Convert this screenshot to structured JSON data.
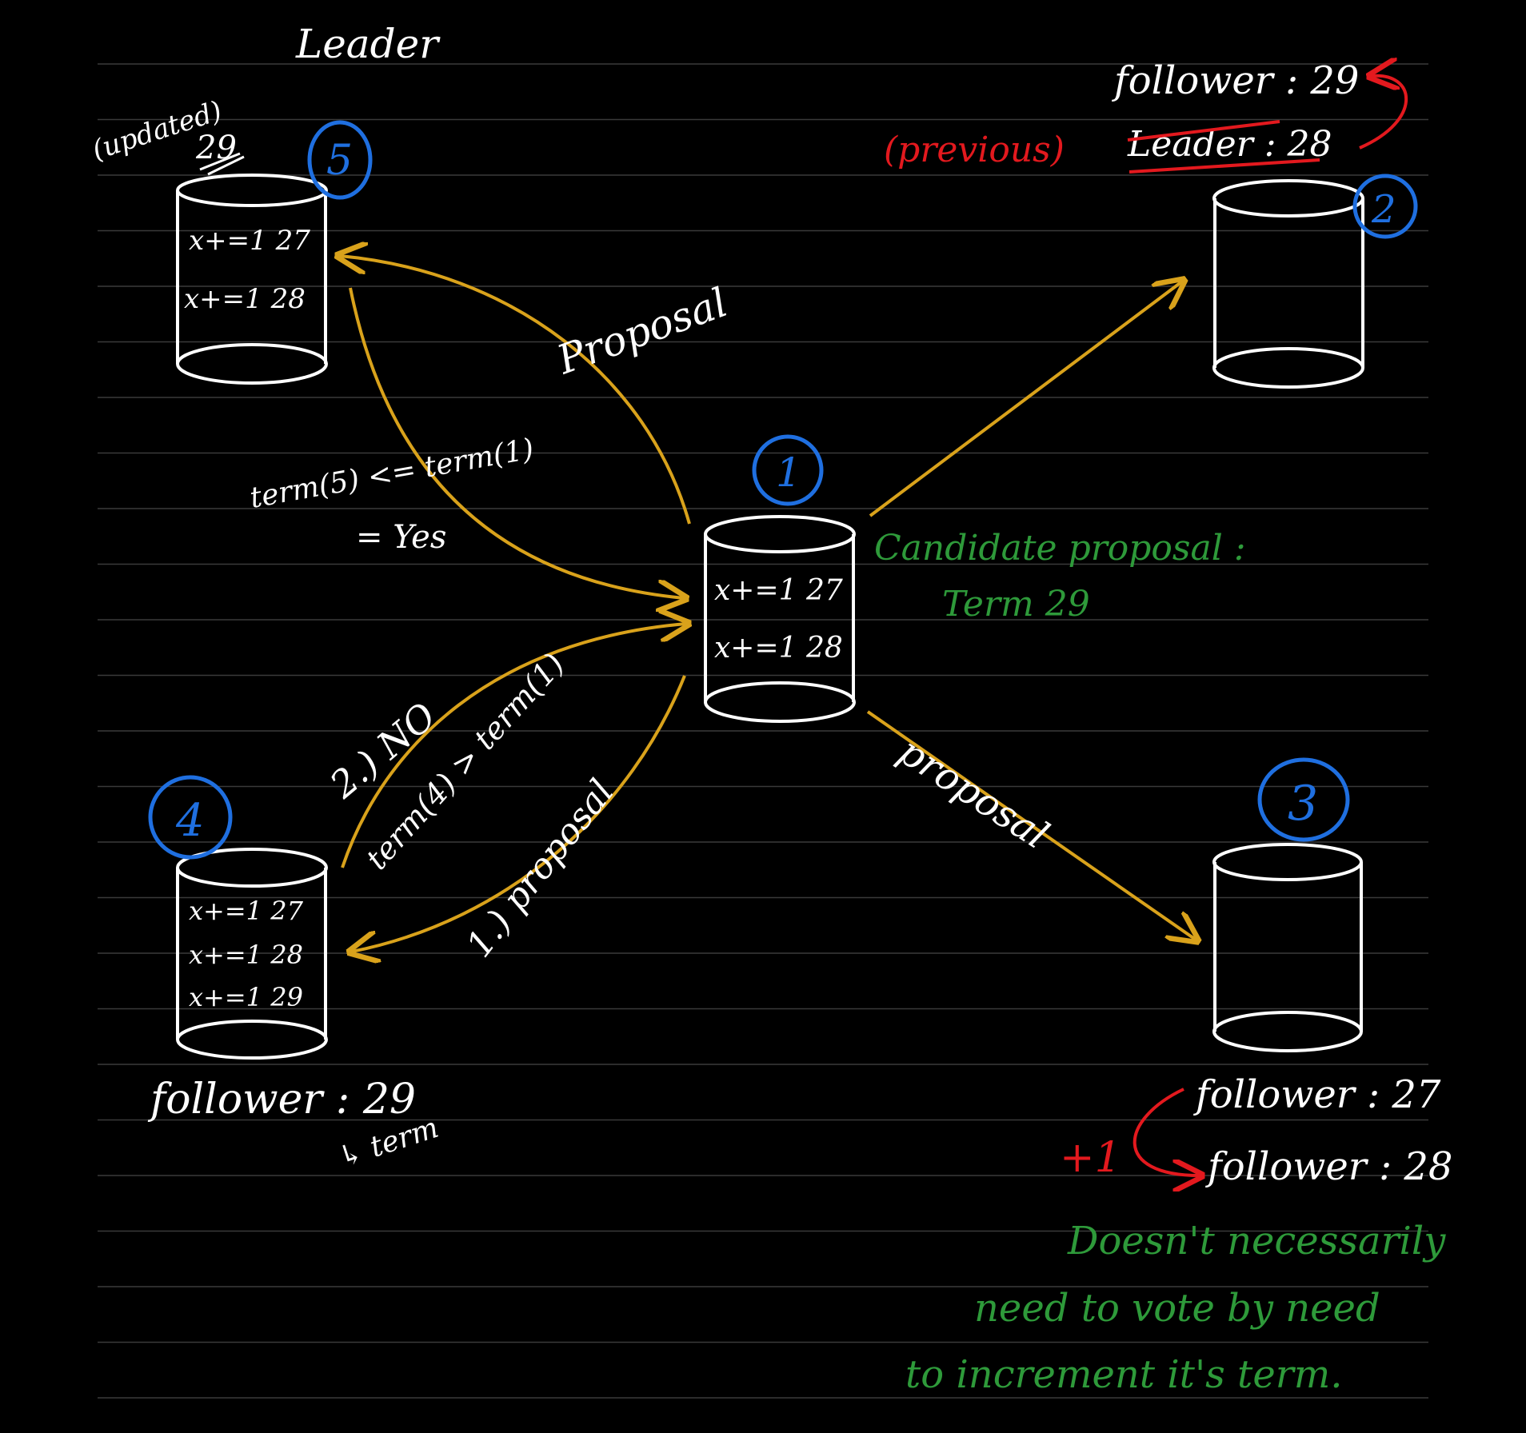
{
  "colors": {
    "background": "#000000",
    "ink_white": "#ffffff",
    "ink_blue": "#1f6fe0",
    "ink_red": "#e3191e",
    "ink_green": "#2e9a3a",
    "ink_gold": "#d9a21b",
    "rule_lines": "#3a3a3a"
  },
  "nodes": {
    "node5": {
      "badge": "5",
      "title": "Leader",
      "updated_note": "(updated)",
      "updated_term": "29",
      "log": [
        "x+=1  27",
        "x+=1  28"
      ]
    },
    "node2": {
      "badge": "2",
      "status": "follower : 29",
      "previous_label": "(previous)",
      "previous_status": "Leader : 28"
    },
    "node1": {
      "badge": "1",
      "log": [
        "x+=1  27",
        "x+=1  28"
      ]
    },
    "node4": {
      "badge": "4",
      "log": [
        "x+=1  27",
        "x+=1  28",
        "x+=1  29"
      ],
      "status": "follower : 29",
      "term_note": "↳ term"
    },
    "node3": {
      "badge": "3",
      "status_old": "follower : 27",
      "increment": "+1",
      "status_new": "follower : 28"
    }
  },
  "edges": {
    "proposal_to_5": "Proposal",
    "vote_check_5": [
      "term(5) <= term(1)",
      "= Yes"
    ],
    "candidate": [
      "Candidate proposal :",
      "Term  29"
    ],
    "reply_from_4": [
      "2.) NO",
      "term(4) > term(1)"
    ],
    "proposal_to_4": "1.) proposal",
    "proposal_to_3": "proposal"
  },
  "footnote": [
    "Doesn't necessarily",
    "need to vote by need",
    "to increment it's term."
  ]
}
